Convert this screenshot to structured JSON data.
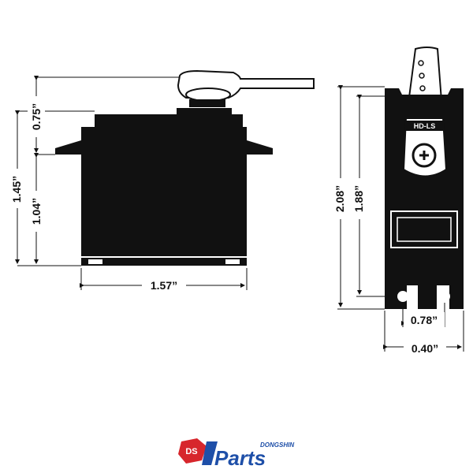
{
  "side_view": {
    "width_label": "1.57”",
    "height_total_label": "1.45”",
    "height_top_label": "0.75”",
    "height_body_label": "1.04”"
  },
  "front_view": {
    "horn_label": "HD-LS",
    "height_total_label": "2.08”",
    "height_inner_label": "1.88”",
    "mount_spacing_label": "0.78”",
    "depth_label": "0.40”"
  },
  "logo": {
    "mark_text": "DS",
    "top_text": "DONGSHIN",
    "main_text": "Parts",
    "colors": {
      "red": "#d7262c",
      "blue": "#1e4fa8"
    }
  }
}
